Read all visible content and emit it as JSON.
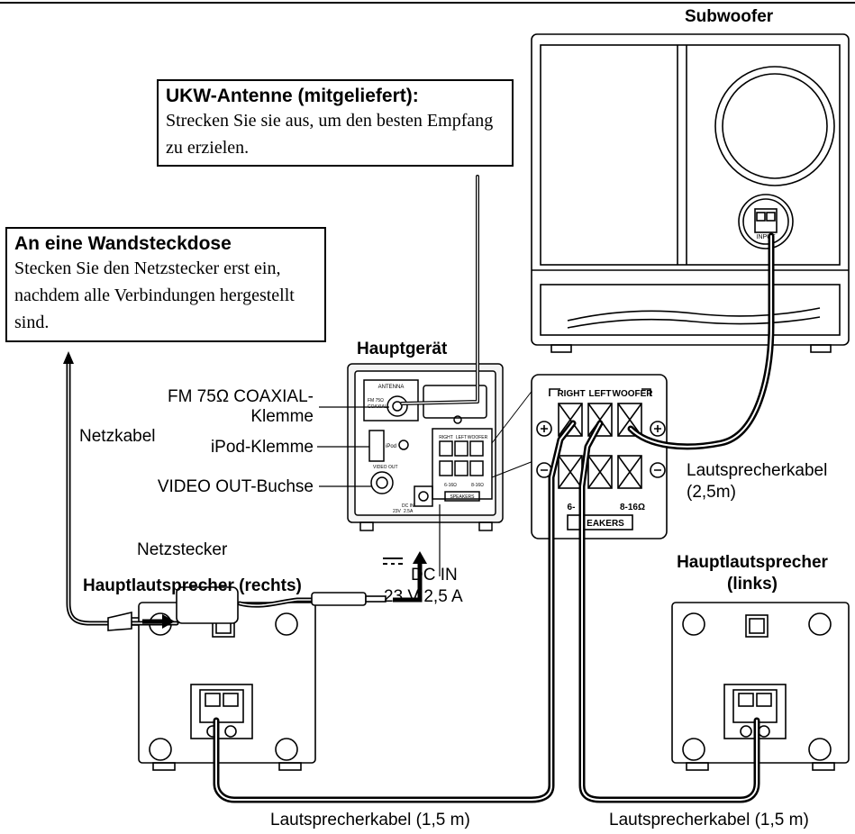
{
  "subwoofer_label": "Subwoofer",
  "antenna_box": {
    "title": "UKW-Antenne (mitgeliefert):",
    "text": "Strecken Sie sie aus, um den besten Empfang zu erzielen."
  },
  "outlet_box": {
    "title": "An eine Wandsteckdose",
    "text": "Stecken Sie den Netzstecker erst ein, nachdem alle Verbindungen hergestellt sind."
  },
  "main_unit_label": "Hauptgerät",
  "labels": {
    "fm_coaxial_line1": "FM 75Ω COAXIAL-",
    "fm_coaxial_line2": "Klemme",
    "netzkabel": "Netzkabel",
    "ipod": "iPod-Klemme",
    "video_out": "VIDEO OUT-Buchse",
    "netzstecker": "Netzstecker",
    "dc_in": "DC IN",
    "dc_rating": "23 V 2,5 A",
    "speaker_cable_sub_line1": "Lautsprecherkabel",
    "speaker_cable_sub_line2": "(2,5m)",
    "main_speaker_right": "Hauptlautsprecher (rechts)",
    "main_speaker_left_line1": "Hauptlautsprecher",
    "main_speaker_left_line2": "(links)",
    "cable_bottom_left": "Lautsprecherkabel (1,5 m)",
    "cable_bottom_right": "Lautsprecherkabel (1,5 m)"
  },
  "panel_labels": {
    "antenna": "ANTENNA",
    "fm_small": "FM 75Ω",
    "coaxial_small": "COAXIAL",
    "ipod_small": "iPod",
    "video_out_small": "VIDEO OUT",
    "dc_in_small": "DC IN",
    "dc_small_rating": "2.5A",
    "dc_small_voltage": "23V",
    "right": "RIGHT",
    "left": "LEFT",
    "woofer": "WOOFER",
    "imp_low": "6-16Ω",
    "imp_high": "8-16Ω",
    "speakers": "SPEAKERS",
    "input": "INPUT",
    "imp_low_zoom": "6-",
    "imp_high_zoom": "8-16Ω",
    "speakers_zoom": "EAKERS"
  },
  "colors": {
    "line": "#000000",
    "fill": "#ffffff",
    "panel": "#f4f4f4"
  }
}
